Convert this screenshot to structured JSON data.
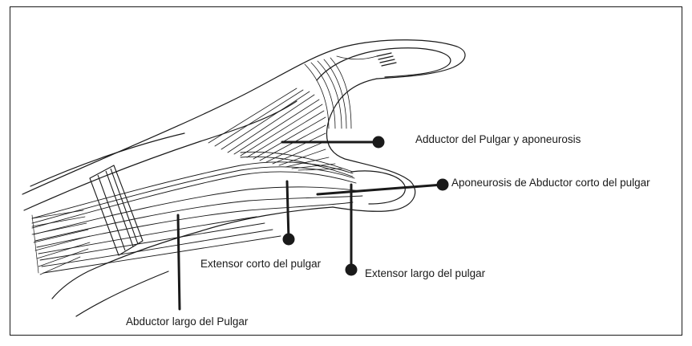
{
  "figure": {
    "labels": {
      "adductor": "Adductor del Pulgar y aponeurosis",
      "aponeurosis_abductor": "Aponeurosis de Abductor corto del pulgar",
      "extensor_corto": "Extensor corto del pulgar",
      "extensor_largo": "Extensor largo del pulgar",
      "abductor_largo": "Abductor largo del Pulgar"
    },
    "colors": {
      "line": "#1a1a1a",
      "background": "#ffffff"
    }
  }
}
